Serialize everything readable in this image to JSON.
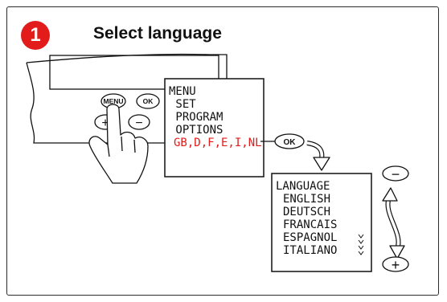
{
  "step": {
    "number": "1"
  },
  "title": "Select language",
  "device_buttons": {
    "menu": "MENU",
    "ok": "OK",
    "plus": "+",
    "minus": "−"
  },
  "menu_screen": {
    "lines": [
      "MENU",
      " SET",
      " PROGRAM",
      " OPTIONS"
    ],
    "highlight": "GB,D,F,E,I,NL"
  },
  "ok_button_label": "OK",
  "language_screen": {
    "header": "LANGUAGE",
    "items": [
      "ENGLISH",
      "DEUTSCH",
      "FRANCAIS",
      "ESPAGNOL",
      "ITALIANO"
    ]
  },
  "scroll_controls": {
    "minus": "−",
    "plus": "+"
  },
  "colors": {
    "accent": "#e21b1b",
    "ink": "#111111"
  }
}
